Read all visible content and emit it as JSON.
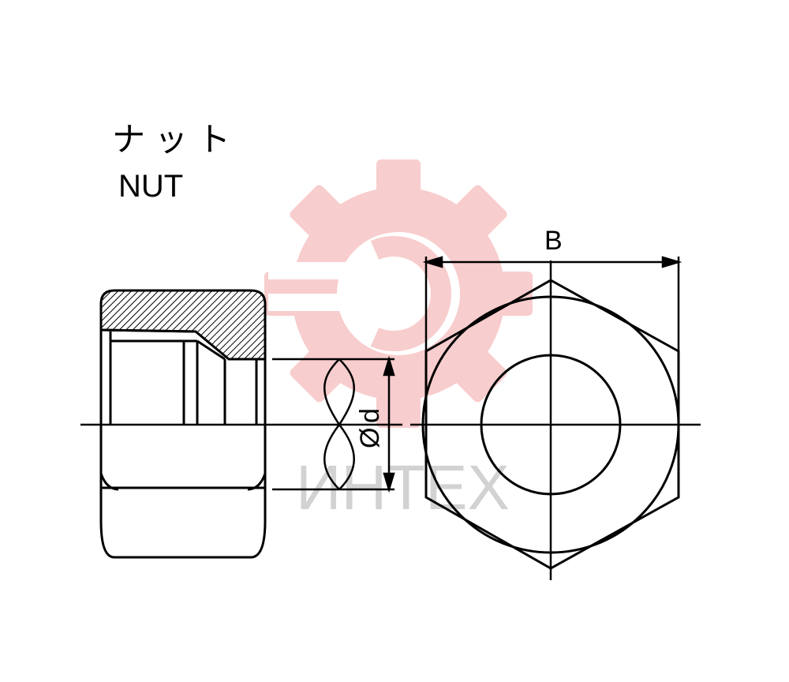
{
  "title": {
    "japanese": "ナット",
    "english": "NUT"
  },
  "dimensions": {
    "across_flats": "B",
    "bore_diameter_symbol": "Ø",
    "bore_diameter": "d"
  },
  "watermark": {
    "text": "ИНТЕХ",
    "logo_color": "#f4a6a6",
    "text_color": "#bdbdbd"
  }
}
